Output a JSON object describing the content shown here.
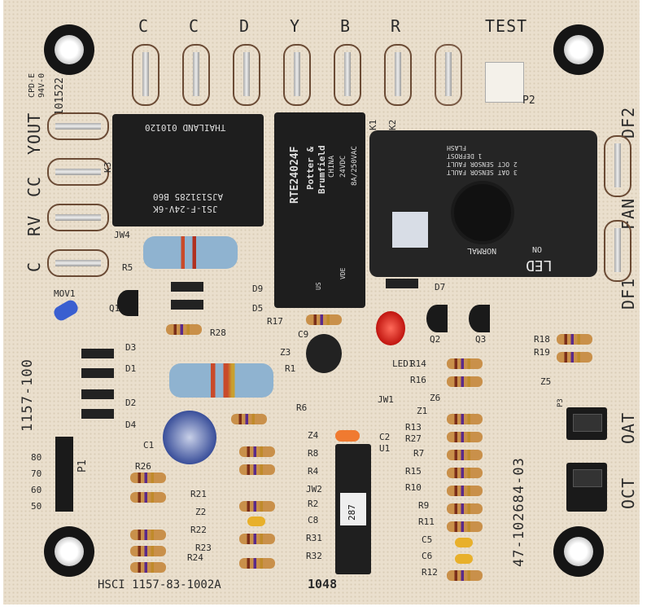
{
  "top_terminals": [
    "C",
    "C",
    "D",
    "Y",
    "B",
    "R"
  ],
  "test_label": "TEST",
  "left_terminals": [
    "YOUT",
    "CC",
    "RV",
    "C"
  ],
  "right_labels": {
    "df2": "DF2",
    "fan": "FAN",
    "df1": "DF1",
    "oat": "OAT",
    "oct": "OCT",
    "p2": "P2",
    "p3": "P3"
  },
  "board_marks": {
    "cpd": "CPD-E",
    "rating": "94V-0",
    "date_code": "101522",
    "left_part": "1157-100",
    "right_part": "47-102684-03",
    "bottom_part": "HSCI 1157-83-1002A",
    "bottom_code": "1048"
  },
  "pin_header": {
    "label": "P1",
    "positions": [
      "80",
      "70",
      "60",
      "50"
    ]
  },
  "relay_k3": {
    "label": "K3",
    "line1": "THAILAND  010120",
    "line2": "AJS131285 B60",
    "line3": "JS1-F-24V-6K"
  },
  "relay_k1": {
    "label": "K1",
    "model": "RTE24024F",
    "brand1": "Potter &",
    "brand2": "Brumfield",
    "origin": "CHINA",
    "coil": "24VDC",
    "contact": "8A/250VAC",
    "vde": "VDE",
    "us": "US"
  },
  "k2_label": "K2",
  "control_module": {
    "flash": "FLASH",
    "codes": [
      "1 DEFROST",
      "2 OCT SENSOR FAULT",
      "3 OAT SENSOR FAULT"
    ],
    "led": "LED",
    "on": "ON",
    "normal": "NORMAL"
  },
  "ic": {
    "label": "287",
    "ref": "U1"
  },
  "refs": [
    "JW4",
    "R5",
    "D9",
    "D5",
    "R17",
    "C9",
    "D7",
    "R28",
    "MOV1",
    "Q1",
    "D3",
    "D1",
    "D2",
    "D4",
    "Z3",
    "R1",
    "LED1",
    "Q2",
    "Q3",
    "R18",
    "R19",
    "Z5",
    "R14",
    "R16",
    "Z6",
    "JW1",
    "Z1",
    "R13",
    "R27",
    "R7",
    "R15",
    "R10",
    "R9",
    "R11",
    "C5",
    "C6",
    "R12",
    "C1",
    "R6",
    "Z4",
    "R8",
    "R4",
    "C2",
    "JW2",
    "R2",
    "C8",
    "R31",
    "R32",
    "R26",
    "R21",
    "Z2",
    "R22",
    "R23",
    "R24"
  ]
}
